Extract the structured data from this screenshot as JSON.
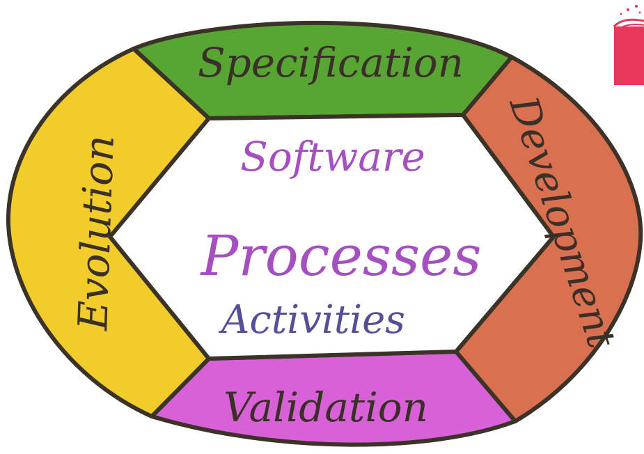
{
  "diagram": {
    "segments": {
      "top": {
        "label": "Specification",
        "color": "#57a633"
      },
      "right": {
        "label": "Development",
        "color": "#d9704f"
      },
      "bottom": {
        "label": "Validation",
        "color": "#d861d8"
      },
      "left": {
        "label": "Evolution",
        "color": "#f2cc2a"
      }
    },
    "center": {
      "line1": "Software",
      "line2": "Processes",
      "line3": "Activities"
    },
    "colors": {
      "outline": "#3b3228",
      "label_ink": "#3a3028",
      "center_purple": "#a64fc0",
      "center_blue": "#554f99",
      "badge": "#e8385c",
      "background": "#ffffff"
    }
  }
}
